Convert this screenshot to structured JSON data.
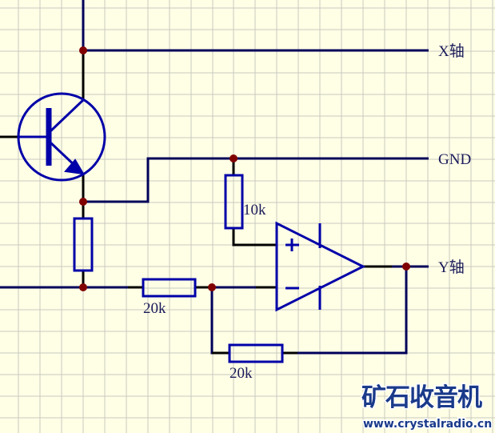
{
  "diagram": {
    "type": "circuit-schematic",
    "colors": {
      "background": "#ffffe6",
      "grid": "#c9c9c0",
      "wire": "#00005a",
      "component": "#0000a8",
      "pin": "#000000",
      "junction": "#800000"
    },
    "net_labels": {
      "x_axis": "X轴",
      "gnd": "GND",
      "y_axis": "Y轴"
    },
    "components": {
      "transistor": "NPN",
      "r_emitter": "",
      "r_input": "20k",
      "r_bias": "10k",
      "r_feedback": "20k",
      "opamp_plus": "+",
      "opamp_minus": "−"
    }
  },
  "watermark": {
    "title": "矿石收音机",
    "url": "www.crystalradio.cn"
  }
}
